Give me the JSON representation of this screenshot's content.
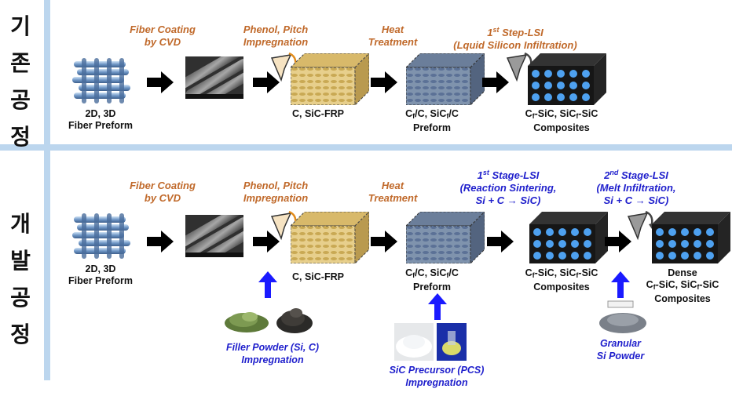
{
  "side_labels": {
    "top": "기존 공정",
    "bottom": "개발 공정"
  },
  "colors": {
    "orange_text": "#c0692a",
    "blue_text": "#1f1fcc",
    "divider": "#bcd6ee"
  },
  "top": {
    "steps": {
      "coating": [
        "Fiber Coating",
        "by CVD"
      ],
      "impregnation": [
        "Phenol, Pitch",
        "Impregnation"
      ],
      "heat": [
        "Heat",
        "Treatment"
      ],
      "lsi_pre": "1",
      "lsi_sup": "st",
      "lsi_post": " Step-LSI",
      "lsi_line2": "(Lquid Silicon Infiltration)"
    },
    "labels": {
      "preform_1": "2D, 3D",
      "preform_2": "Fiber Preform",
      "frp": "C, SiC-FRP",
      "cfc_a": "C",
      "cfc_a_sub": "f",
      "cfc_b": "/C, SiC",
      "cfc_b_sub": "f",
      "cfc_c": "/C",
      "cfc_line2": "Preform",
      "comp_a": "C",
      "comp_a_sub": "f",
      "comp_b": "-SiC, SiC",
      "comp_b_sub": "f",
      "comp_c": "-SiC",
      "comp_line2": "Composites"
    }
  },
  "bottom": {
    "steps": {
      "coating": [
        "Fiber Coating",
        "by CVD"
      ],
      "impregnation": [
        "Phenol, Pitch",
        "Impregnation"
      ],
      "heat": [
        "Heat",
        "Treatment"
      ],
      "lsi1_pre": "1",
      "lsi1_sup": "st",
      "lsi1_post": " Stage-LSI",
      "lsi1_line2": "(Reaction Sintering,",
      "lsi1_line3": "Si + C → SiC)",
      "lsi2_pre": "2",
      "lsi2_sup": "nd",
      "lsi2_post": " Stage-LSI",
      "lsi2_line2": "(Melt Infiltration,",
      "lsi2_line3": "Si + C → SiC)"
    },
    "labels": {
      "preform_1": "2D, 3D",
      "preform_2": "Fiber Preform",
      "frp": "C, SiC-FRP",
      "cfc_a": "C",
      "cfc_a_sub": "f",
      "cfc_b": "/C, SiC",
      "cfc_b_sub": "f",
      "cfc_c": "/C",
      "cfc_line2": "Preform",
      "comp_a": "C",
      "comp_a_sub": "f",
      "comp_b": "-SiC, SiC",
      "comp_b_sub": "f",
      "comp_c": "-SiC",
      "comp_line2": "Composites",
      "dense_1": "Dense",
      "dense_a": "C",
      "dense_a_sub": "f",
      "dense_b": "-SiC, SiC",
      "dense_b_sub": "f",
      "dense_c": "-SiC",
      "dense_line3": "Composites"
    },
    "materials": {
      "filler": [
        "Filler Powder (Si, C)",
        "Impregnation"
      ],
      "pcs": [
        "SiC Precursor (PCS)",
        "Impregnation"
      ],
      "granular": [
        "Granular",
        "Si Powder"
      ]
    }
  }
}
